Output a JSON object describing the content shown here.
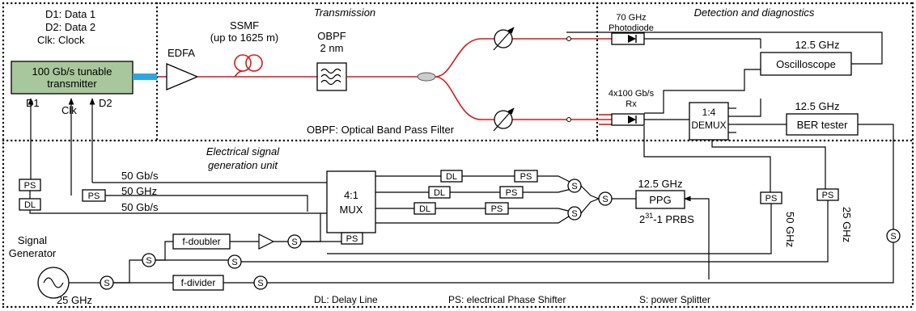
{
  "legend": {
    "d1": "D1: Data 1",
    "d2": "D2: Data 2",
    "clk": "Clk: Clock"
  },
  "sections": {
    "transmission": "Transmission",
    "detection": "Detection and diagnostics",
    "electrical_line1": "Electrical signal",
    "electrical_line2": "generation unit"
  },
  "transmitter": {
    "line1": "100 Gb/s tunable",
    "line2": "transmitter",
    "fill_color": "#a9c79c",
    "inputs": {
      "d1": "D1",
      "clk": "Clk",
      "d2": "D2"
    }
  },
  "optical": {
    "edfa": "EDFA",
    "ssmf_line1": "SSMF",
    "ssmf_line2": "(up to 1625 m)",
    "obpf_line1": "OBPF",
    "obpf_line2": "2 nm",
    "obpf_note": "OBPF: Optical Band Pass Filter",
    "fiber_color": "#d6191b",
    "connector_color": "#2aa7df"
  },
  "detection": {
    "photodiode_line1": "70 GHz",
    "photodiode_line2": "Photodiode",
    "rx_line1": "4x100 Gb/s",
    "rx_line2": "Rx",
    "osc_bw": "12.5 GHz",
    "osc": "Oscilloscope",
    "demux_line1": "1:4",
    "demux_line2": "DEMUX",
    "ber_bw": "12.5 GHz",
    "ber": "BER tester"
  },
  "electrical": {
    "ps": "PS",
    "dl": "DL",
    "s": "S",
    "sig_50gbs_top": "50 Gb/s",
    "sig_50ghz": "50 GHz",
    "sig_50gbs_bottom": "50 Gb/s",
    "mux_line1": "4:1",
    "mux_line2": "MUX",
    "ppg_bw": "12.5 GHz",
    "ppg": "PPG",
    "prbs_base": "2",
    "prbs_exp": "31",
    "prbs_rest": "-1 PRBS",
    "ps_50ghz_label": "50 GHz",
    "ps_25ghz_label": "25 GHz",
    "fdoubler": "f-doubler",
    "fdivider": "f-divider",
    "siggen_line1": "Signal",
    "siggen_line2": "Generator",
    "siggen_freq": "25 GHz"
  },
  "footer": {
    "dl": "DL: Delay Line",
    "ps": "PS: electrical Phase Shifter",
    "s": "S: power Splitter"
  }
}
